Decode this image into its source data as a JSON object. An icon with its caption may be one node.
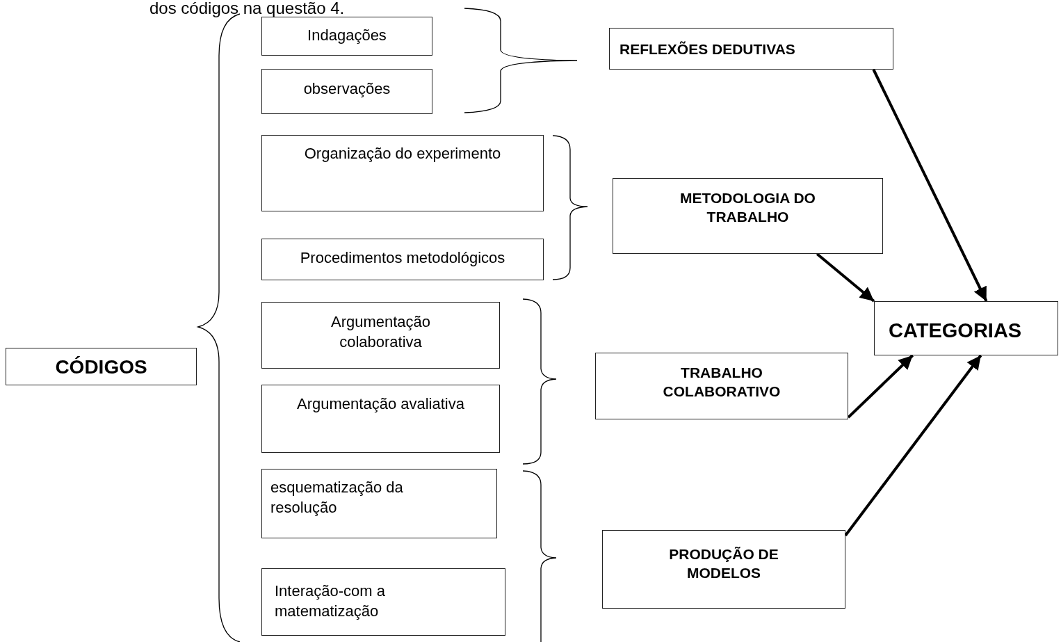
{
  "diagram": {
    "nodes": [
      {
        "text": [
          "CÓDIGOS"
        ]
      },
      {
        "text": [
          "Indagações"
        ]
      },
      {
        "text": [
          "observações"
        ]
      },
      {
        "text": [
          "Organização do experimento"
        ]
      },
      {
        "text": [
          "Procedimentos metodológicos"
        ]
      },
      {
        "text": [
          "Argumentação colaborativa"
        ]
      },
      {
        "text": [
          "Argumentação avaliativa"
        ]
      },
      {
        "text": [
          "esquematização da resolução"
        ]
      },
      {
        "text": [
          "Interação-com a matematização"
        ]
      },
      {
        "text": [
          "REFLEXÕES DEDUTIVAS"
        ]
      },
      {
        "text": [
          "METODOLOGIA DO TRABALHO"
        ]
      },
      {
        "text": [
          "TRABALHO COLABORATIVO"
        ]
      },
      {
        "text": [
          "PRODUÇÃO DE MODELOS"
        ]
      },
      {
        "text": [
          "CATEGORIAS"
        ]
      }
    ],
    "edges": [
      {
        "from": 9,
        "to": 13,
        "arrow": "to"
      },
      {
        "from": 10,
        "to": 13,
        "arrow": "to"
      },
      {
        "from": 11,
        "to": 13,
        "arrow": "to"
      },
      {
        "from": 12,
        "to": 13,
        "arrow": "to"
      }
    ],
    "labels": [
      "dos códigos na questão 4."
    ]
  }
}
